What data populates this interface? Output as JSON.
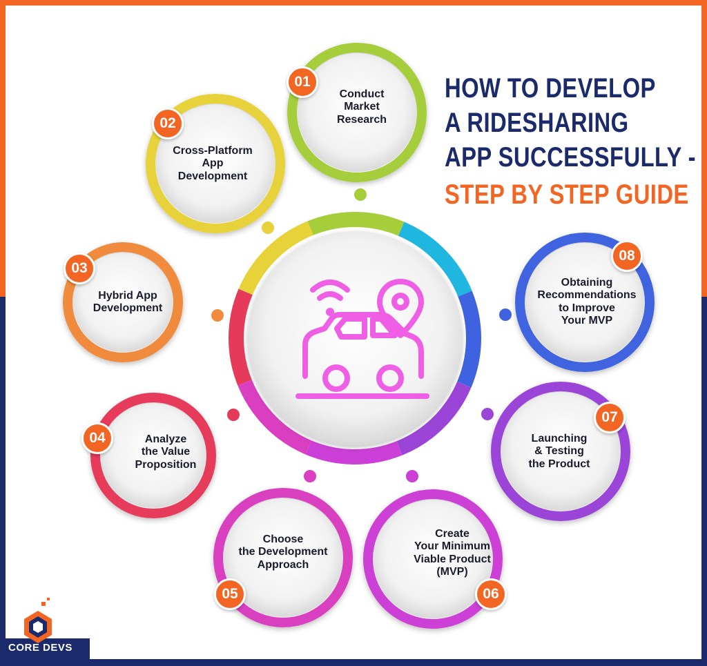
{
  "title": {
    "line1": "HOW TO DEVELOP",
    "line2": "A RIDESHARING",
    "line3": "APP SUCCESSFULLY -",
    "line4": "STEP BY STEP GUIDE"
  },
  "brand": {
    "name": "CORE DEVS"
  },
  "center_icon": "car-with-wifi-and-location-pin-icon",
  "colors": {
    "navy": "#1b2a6b",
    "orange": "#f26522",
    "icon_pink": "#ee5fe6"
  },
  "steps": [
    {
      "num": "01",
      "lines": [
        "Conduct",
        "Market",
        "Research"
      ],
      "color": "#a6cd3a"
    },
    {
      "num": "02",
      "lines": [
        "Cross-Platform",
        "App",
        "Development"
      ],
      "color": "#e8d23a"
    },
    {
      "num": "03",
      "lines": [
        "Hybrid App",
        "Development"
      ],
      "color": "#f08a3c"
    },
    {
      "num": "04",
      "lines": [
        "Analyze",
        "the Value",
        "Proposition"
      ],
      "color": "#e63a5a"
    },
    {
      "num": "05",
      "lines": [
        "Choose",
        "the Development",
        "Approach"
      ],
      "color": "#d93fc0"
    },
    {
      "num": "06",
      "lines": [
        "Create",
        "Your Minimum",
        "Viable Product",
        "(MVP)"
      ],
      "color": "#cc3fd6"
    },
    {
      "num": "07",
      "lines": [
        "Launching",
        "& Testing",
        "the Product"
      ],
      "color": "#9b45d8"
    },
    {
      "num": "08",
      "lines": [
        "Obtaining",
        "Recommendations",
        "to Improve",
        "Your MVP"
      ],
      "color": "#3f63e0"
    }
  ]
}
